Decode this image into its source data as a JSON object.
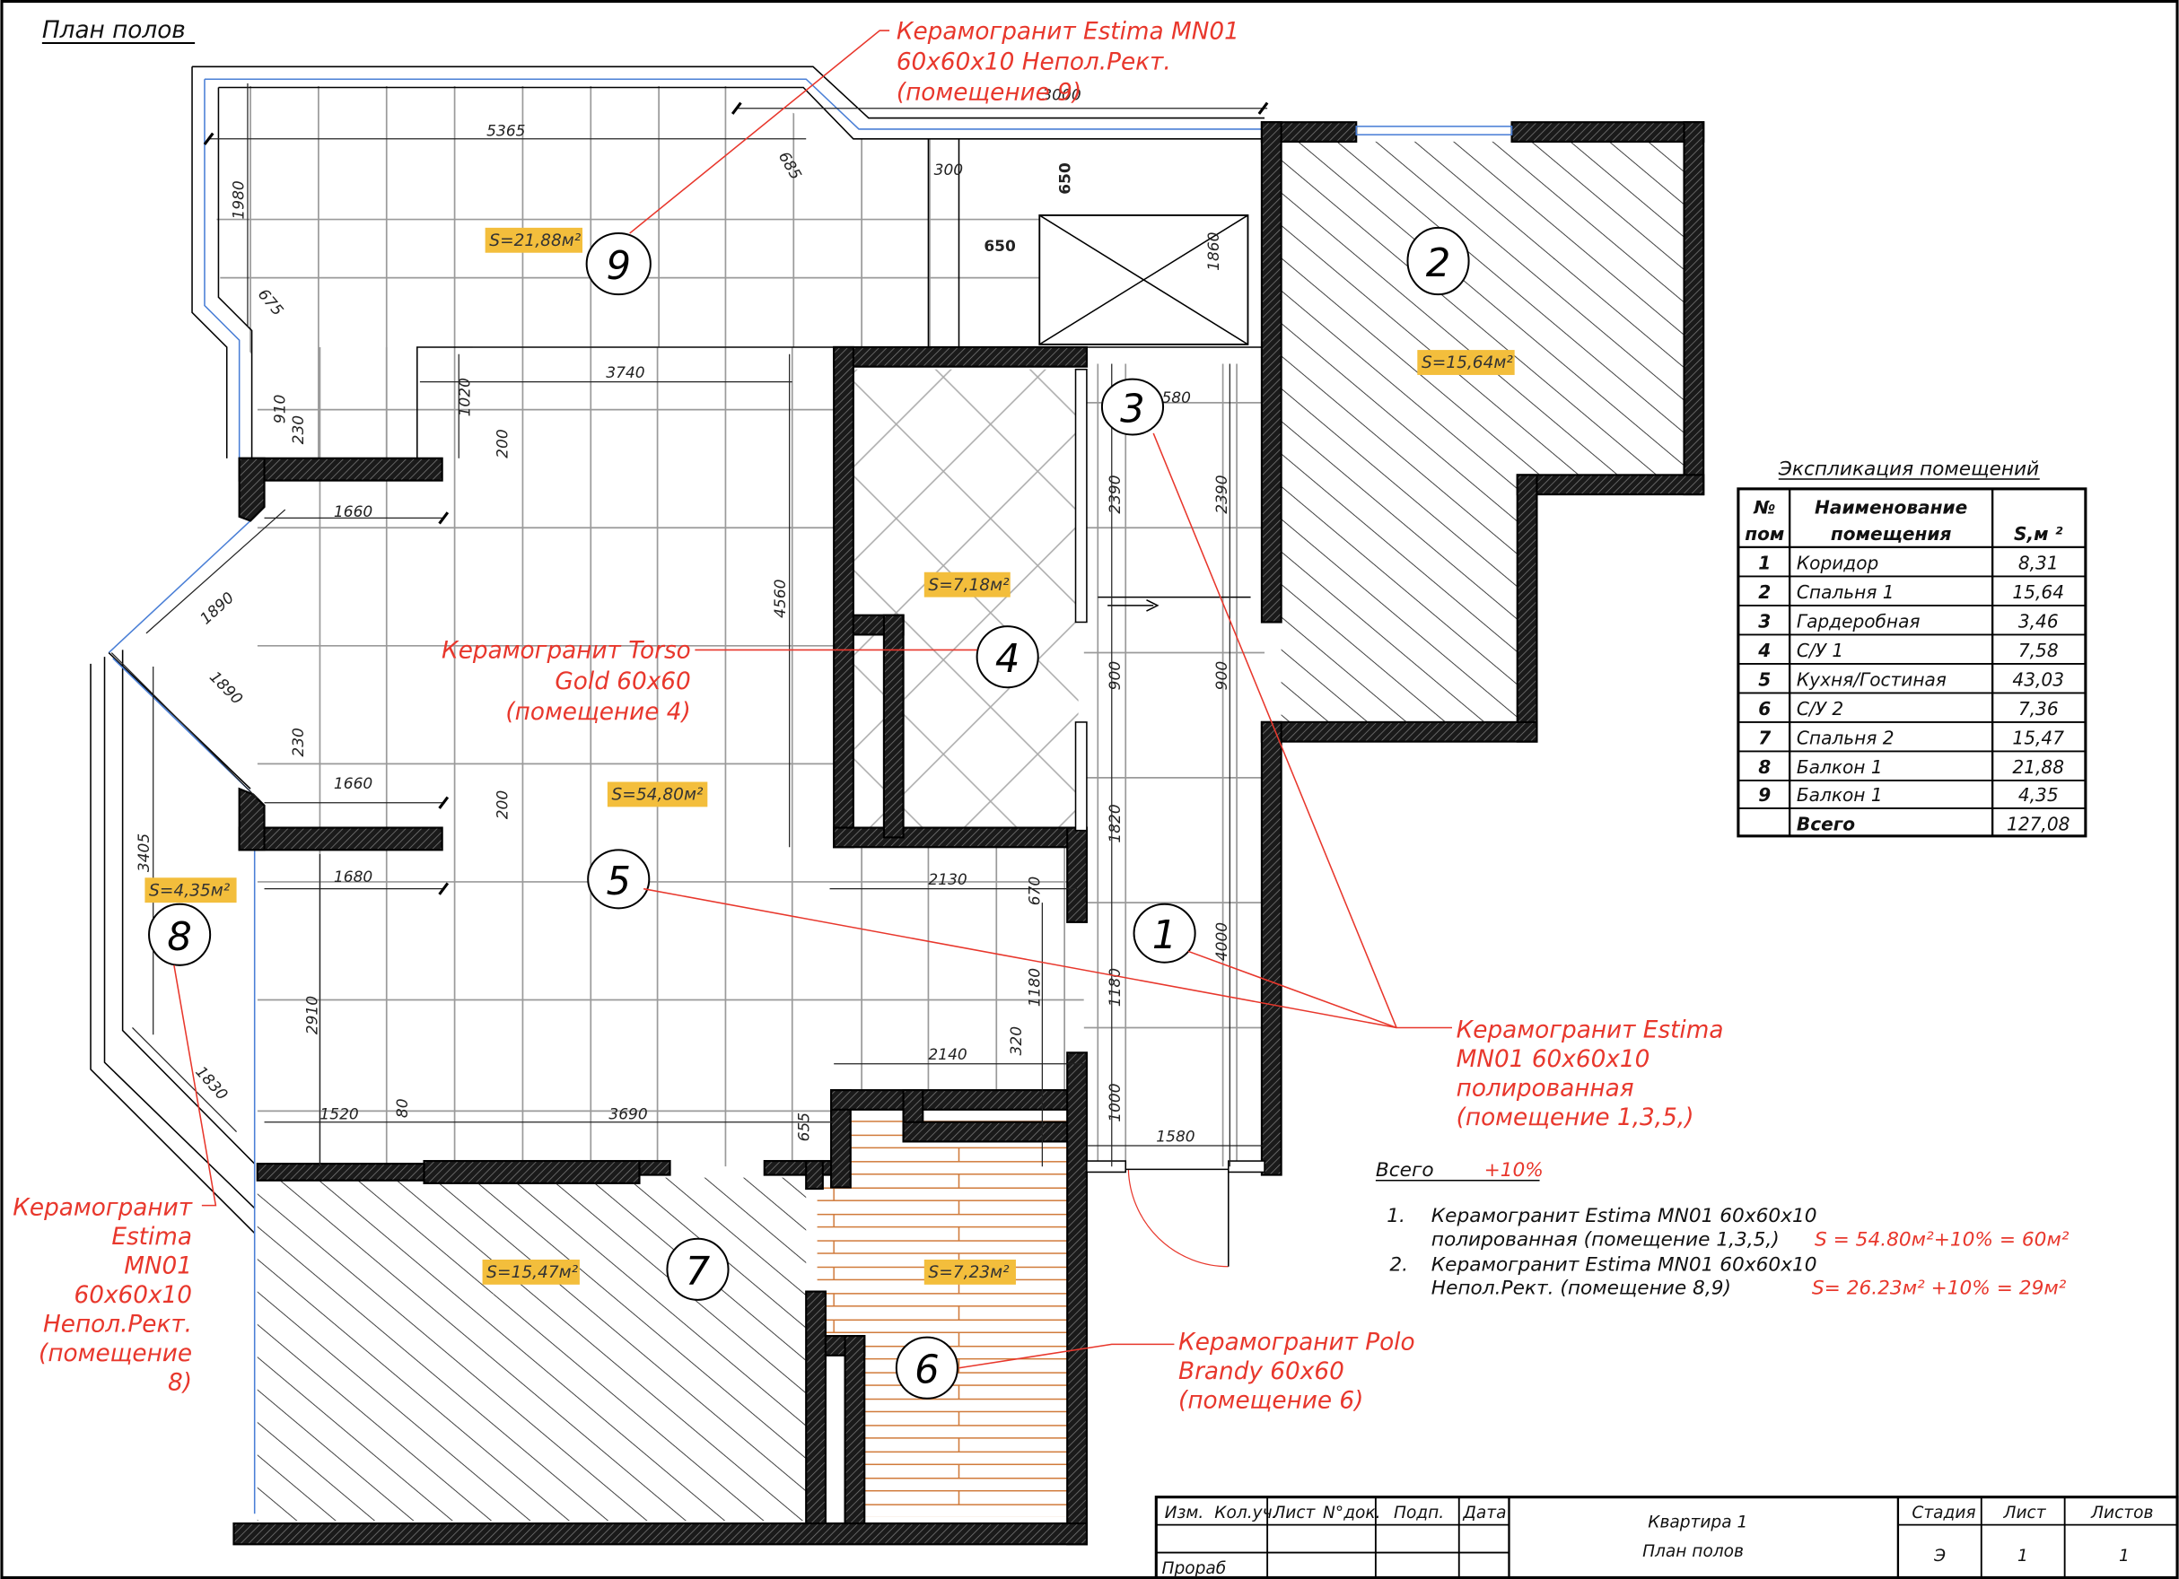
{
  "drawing": {
    "title": "План полов",
    "frame_color": "#000000",
    "accent_red": "#e8372c",
    "area_label_bg": "#f3be3c",
    "window_blue": "#4a7fd6",
    "tile_orange": "#d07a3a"
  },
  "rooms": [
    {
      "no": "1",
      "area_label": ""
    },
    {
      "no": "2",
      "area_label": "S=15,64м²"
    },
    {
      "no": "3",
      "area_label": ""
    },
    {
      "no": "4",
      "area_label": "S=7,18м²"
    },
    {
      "no": "5",
      "area_label": "S=54,80м²"
    },
    {
      "no": "6",
      "area_label": "S=7,23м²"
    },
    {
      "no": "7",
      "area_label": "S=15,47м²"
    },
    {
      "no": "8",
      "area_label": "S=4,35м²"
    },
    {
      "no": "9",
      "area_label": "S=21,88м²"
    }
  ],
  "callouts": {
    "room9": [
      "Керамогранит Estima MN01",
      "60x60x10  Непол.Рект.",
      "(помещение 9)"
    ],
    "room4": [
      "Керамогранит Torso",
      "Gold 60x60",
      "(помещение 4)"
    ],
    "room135": [
      "Керамогранит Estima",
      "MN01  60x60x10",
      "полированная",
      "(помещение 1,3,5,)"
    ],
    "room6": [
      "Керамогранит Polo",
      "Brandy 60x60",
      "(помещение 6)"
    ],
    "room8": [
      "Керамогранит",
      "Estima",
      "MN01",
      "60x60x10",
      "Непол.Рект.",
      "(помещение",
      "8)"
    ]
  },
  "dimensions": {
    "d5365": "5365",
    "d3000": "3000",
    "d1980": "1980",
    "d685": "685",
    "d300": "300",
    "d650a": "650",
    "d650b": "650",
    "d1860": "1860",
    "d675": "675",
    "d910": "910",
    "d230a": "230",
    "d3740": "3740",
    "d1020": "1020",
    "d200a": "200",
    "d1660a": "1660",
    "d1890a": "1890",
    "d1890b": "1890",
    "d230b": "230",
    "d1660b": "1660",
    "d200b": "200",
    "d4560": "4560",
    "d580": "580",
    "d2390a": "2390",
    "d2390b": "2390",
    "d900a": "900",
    "d900b": "900",
    "d1820": "1820",
    "d3405": "3405",
    "d1680": "1680",
    "d2130": "2130",
    "d670": "670",
    "d4000": "4000",
    "d2910": "2910",
    "d1180a": "1180",
    "d1180b": "1180",
    "d2140": "2140",
    "d320": "320",
    "d1830": "1830",
    "d1520": "1520",
    "d80": "80",
    "d3690": "3690",
    "d655": "655",
    "d1000": "1000",
    "d1580": "1580"
  },
  "explication": {
    "title": "Экспликация помещений",
    "headers": {
      "no_line1": "№",
      "no_line2": "пом",
      "name_line1": "Наименование",
      "name_line2": "помещения",
      "area": "S,м ²"
    },
    "rows": [
      {
        "no": "1",
        "name": "Коридор",
        "area": "8,31"
      },
      {
        "no": "2",
        "name": "Спальня 1",
        "area": "15,64"
      },
      {
        "no": "3",
        "name": "Гардеробная",
        "area": "3,46"
      },
      {
        "no": "4",
        "name": "С/У 1",
        "area": "7,58"
      },
      {
        "no": "5",
        "name": "Кухня/Гостиная",
        "area": "43,03"
      },
      {
        "no": "6",
        "name": "С/У 2",
        "area": "7,36"
      },
      {
        "no": "7",
        "name": "Спальня 2",
        "area": "15,47"
      },
      {
        "no": "8",
        "name": "Балкон 1",
        "area": "21,88"
      },
      {
        "no": "9",
        "name": "Балкон 1",
        "area": "4,35"
      }
    ],
    "total": {
      "label": "Всего",
      "area": "127,08"
    }
  },
  "summary": {
    "heading": "Всего",
    "heading_pct": "+10%",
    "items": [
      {
        "num": "1.",
        "line1": "Керамогранит Estima MN01 60x60x10",
        "line2": "полированная (помещение 1,3,5,)",
        "calc": "S = 54.80м²+10% = 60м²"
      },
      {
        "num": "2.",
        "line1": "Керамогранит Estima MN01 60x60x10",
        "line2": "Непол.Рект.  (помещение 8,9)",
        "calc": "S= 26.23м² +10% = 29м²"
      }
    ]
  },
  "title_block": {
    "col_izm": "Изм.",
    "col_kol": "Кол.уч.",
    "col_list": "Лист",
    "col_ndok": "N°док.",
    "col_podp": "Подп.",
    "col_data": "Дата",
    "role": "Прораб",
    "project": "Квартира 1",
    "sheet_name": "План полов",
    "stage_label": "Стадия",
    "sheet_label": "Лист",
    "sheets_label": "Листов",
    "stage": "Э",
    "sheet": "1",
    "sheets": "1"
  }
}
